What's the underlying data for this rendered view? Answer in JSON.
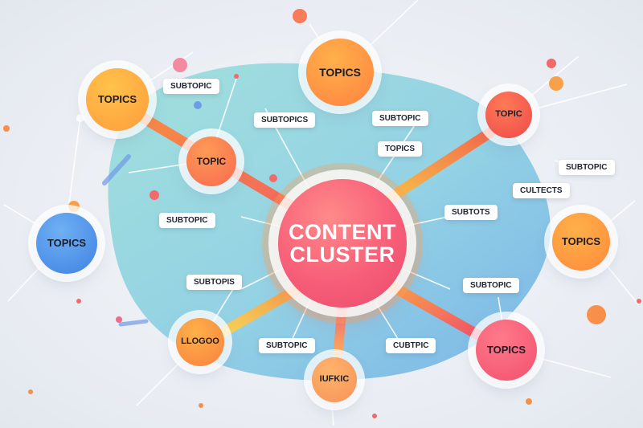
{
  "center": {
    "text": "CONTENT CLUSTER",
    "line1": "CONTENT",
    "line2": "CLUSTER"
  },
  "nodes": [
    {
      "key": "top",
      "text": "TOPICS"
    },
    {
      "key": "top-left",
      "text": "TOPICS"
    },
    {
      "key": "inner-left",
      "text": "TOPIC"
    },
    {
      "key": "top-right",
      "text": "TOPIC"
    },
    {
      "key": "left",
      "text": "TOPICS"
    },
    {
      "key": "right",
      "text": "TOPICS"
    },
    {
      "key": "bottom-left",
      "text": "LLOGOO"
    },
    {
      "key": "bottom",
      "text": "IUFKIC"
    },
    {
      "key": "bottom-right",
      "text": "TOPICS"
    }
  ],
  "labels": [
    "SUBTOPIC",
    "SUBTOPICS",
    "SUBTOPIC",
    "TOPICS",
    "SUBTOPIC",
    "CULTECTS",
    "SUBTOTS",
    "SUBTOPIC",
    "SUBTOPIS",
    "SUBTOPIC",
    "SUBTOPIC",
    "CUBTPIC"
  ],
  "colors": {
    "blob": "#7fd0d6",
    "blob_inner": "#5aa6df",
    "orange": "#ff9a3c",
    "coral": "#f4605a",
    "pink": "#f5567a",
    "blue": "#4f8de8",
    "yellow": "#f6c24a"
  }
}
